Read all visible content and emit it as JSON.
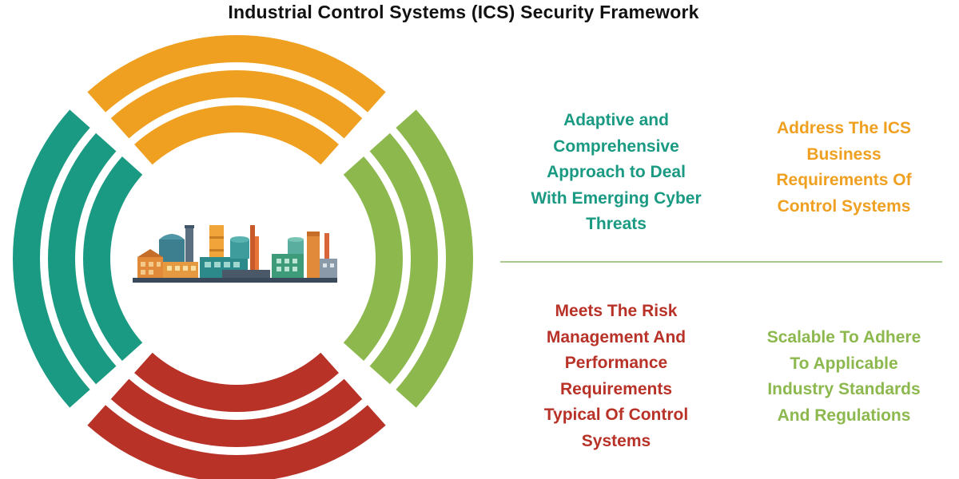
{
  "title": "Industrial Control Systems (ICS) Security Framework",
  "colors": {
    "teal": "#1a9a82",
    "orange": "#f0a020",
    "red": "#b83228",
    "green": "#8cb84e",
    "divider": "#a8c989"
  },
  "center_icon": "industrial-plant-icon",
  "rings": {
    "top": "orange",
    "left": "teal",
    "bottom": "red",
    "right": "green",
    "layers_per_segment": 3
  },
  "blocks": {
    "teal": [
      "Adaptive and",
      "Comprehensive",
      "Approach to Deal",
      "With Emerging Cyber",
      "Threats"
    ],
    "orange": [
      "Address The ICS",
      "Business",
      "Requirements Of",
      "Control Systems"
    ],
    "red": [
      "Meets The Risk",
      "Management And",
      "Performance",
      "Requirements",
      "Typical Of Control",
      "Systems"
    ],
    "green": [
      "Scalable To Adhere",
      "To Applicable",
      "Industry Standards",
      "And Regulations"
    ]
  }
}
